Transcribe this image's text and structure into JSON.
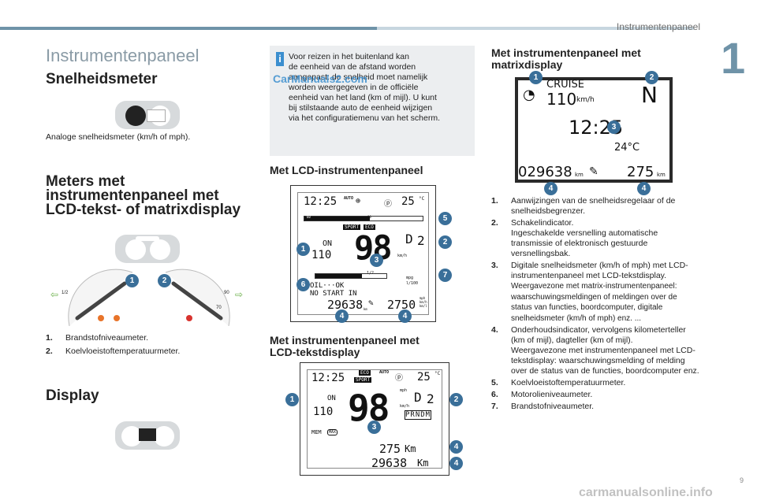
{
  "header": {
    "running_title": "Instrumentenpaneel",
    "chapter": "1",
    "page": "9"
  },
  "page_title": "Instrumentenpaneel",
  "col1": {
    "speedo_title": "Snelheidsmeter",
    "speedo_caption": "Analoge snelheidsmeter (km/h of mph).",
    "meters_title_lines": [
      "Meters met",
      "instrumentenpaneel met",
      "LCD-tekst- of matrixdisplay"
    ],
    "gauge_labels": {
      "half_left": "1/2",
      "half_right": "90",
      "h70": "70"
    },
    "legend": [
      {
        "num": "1.",
        "text": "Brandstofniveaumeter."
      },
      {
        "num": "2.",
        "text": "Koelvloeistoftemperatuurmeter."
      }
    ],
    "display_title": "Display"
  },
  "col2": {
    "info_lines": [
      "Voor reizen in het buitenland kan",
      "de eenheid van de afstand worden",
      "aangepast: de snelheid moet namelijk",
      "worden weergegeven in de officiële",
      "eenheid van het land (km of mijl). U kunt",
      "bij stilstaande auto de eenheid wijzigen",
      "via het configuratiemenu van het scherm."
    ],
    "watermark": "CarManuals2.com",
    "lcd_panel_title": "Met LCD-instrumentenpaneel",
    "lcd_panel": {
      "time": "12:25",
      "auto": "AUTO",
      "temp": "25",
      "temp_unit": "°C",
      "scale_left": "60",
      "scale_right": "90",
      "sport": "SPORT",
      "eco": "ECO",
      "speed": "98",
      "speed_unit": "km/h",
      "mph": "mph",
      "gear": "D",
      "gear_num": "2",
      "cruise_on": "ON",
      "cruise_set": "110",
      "oil": "OIL···OK",
      "no_start": "NO START IN",
      "odo": "29638",
      "odo_unit": "km",
      "trip": "2750",
      "trip_unit": "mph\nkm/h\nkm/l",
      "fuel_half": "1/2",
      "mpg": "mpg",
      "l100": "l/100",
      "callouts": [
        "1",
        "2",
        "3",
        "4",
        "4",
        "5",
        "6",
        "7"
      ]
    },
    "lcd_text_title_lines": [
      "Met instrumentenpaneel met",
      "LCD-tekstdisplay"
    ],
    "lcd_text": {
      "time": "12:25",
      "eco": "ECO",
      "sport": "SPORT",
      "auto": "AUTO",
      "temp": "25",
      "temp_unit": "°C",
      "speed": "98",
      "mph": "mph",
      "kmh": "km/h",
      "gear": "D",
      "gear_num": "2",
      "prnd": "PRNDM",
      "cruise_on": "ON",
      "cruise_set": "110",
      "mem": "MEM",
      "max": "MAX",
      "range": "275",
      "range_unit": "Km",
      "odo": "29638",
      "odo_unit": "Km",
      "callouts": [
        "1",
        "2",
        "3",
        "4",
        "4"
      ]
    }
  },
  "col3": {
    "matrix_title_lines": [
      "Met instrumentenpaneel met",
      "matrixdisplay"
    ],
    "matrix": {
      "cruise": "CRUISE",
      "cruise_speed": "110",
      "cruise_unit": "km/h",
      "gear": "N",
      "time": "12:25",
      "temp": "24°C",
      "odo": "029638",
      "odo_unit": "km",
      "range": "275",
      "range_unit": "km",
      "callouts": [
        "1",
        "2",
        "3",
        "4",
        "4"
      ]
    },
    "legend": [
      {
        "num": "1.",
        "text": "Aanwijzingen van de snelheidsregelaar of de snelheidsbegrenzer."
      },
      {
        "num": "2.",
        "text": "Schakelindicator.",
        "note": "Ingeschakelde versnelling automatische transmissie of elektronisch gestuurde versnellingsbak."
      },
      {
        "num": "3.",
        "text": "Digitale snelheidsmeter (km/h of mph) met LCD-instrumentenpaneel met LCD-tekstdisplay.",
        "small": "Weergavezone met matrix-instrumentenpaneel: waarschuwingsmeldingen of meldingen over de status van functies, boordcomputer, digitale snelheidsmeter (km/h of mph) enz. ..."
      },
      {
        "num": "4.",
        "text": "Onderhoudsindicator, vervolgens kilometerteller (km of mijl), dagteller (km of mijl).",
        "note": "Weergavezone met instrumentenpaneel met LCD-tekstdisplay: waarschuwingsmelding of melding over de status van de functies, boordcomputer enz."
      },
      {
        "num": "5.",
        "text": "Koelvloeistoftemperatuurmeter."
      },
      {
        "num": "6.",
        "text": "Motorolieniveaumeter."
      },
      {
        "num": "7.",
        "text": "Brandstofniveaumeter."
      }
    ]
  },
  "footer_watermark": "carmanualsonline.info"
}
